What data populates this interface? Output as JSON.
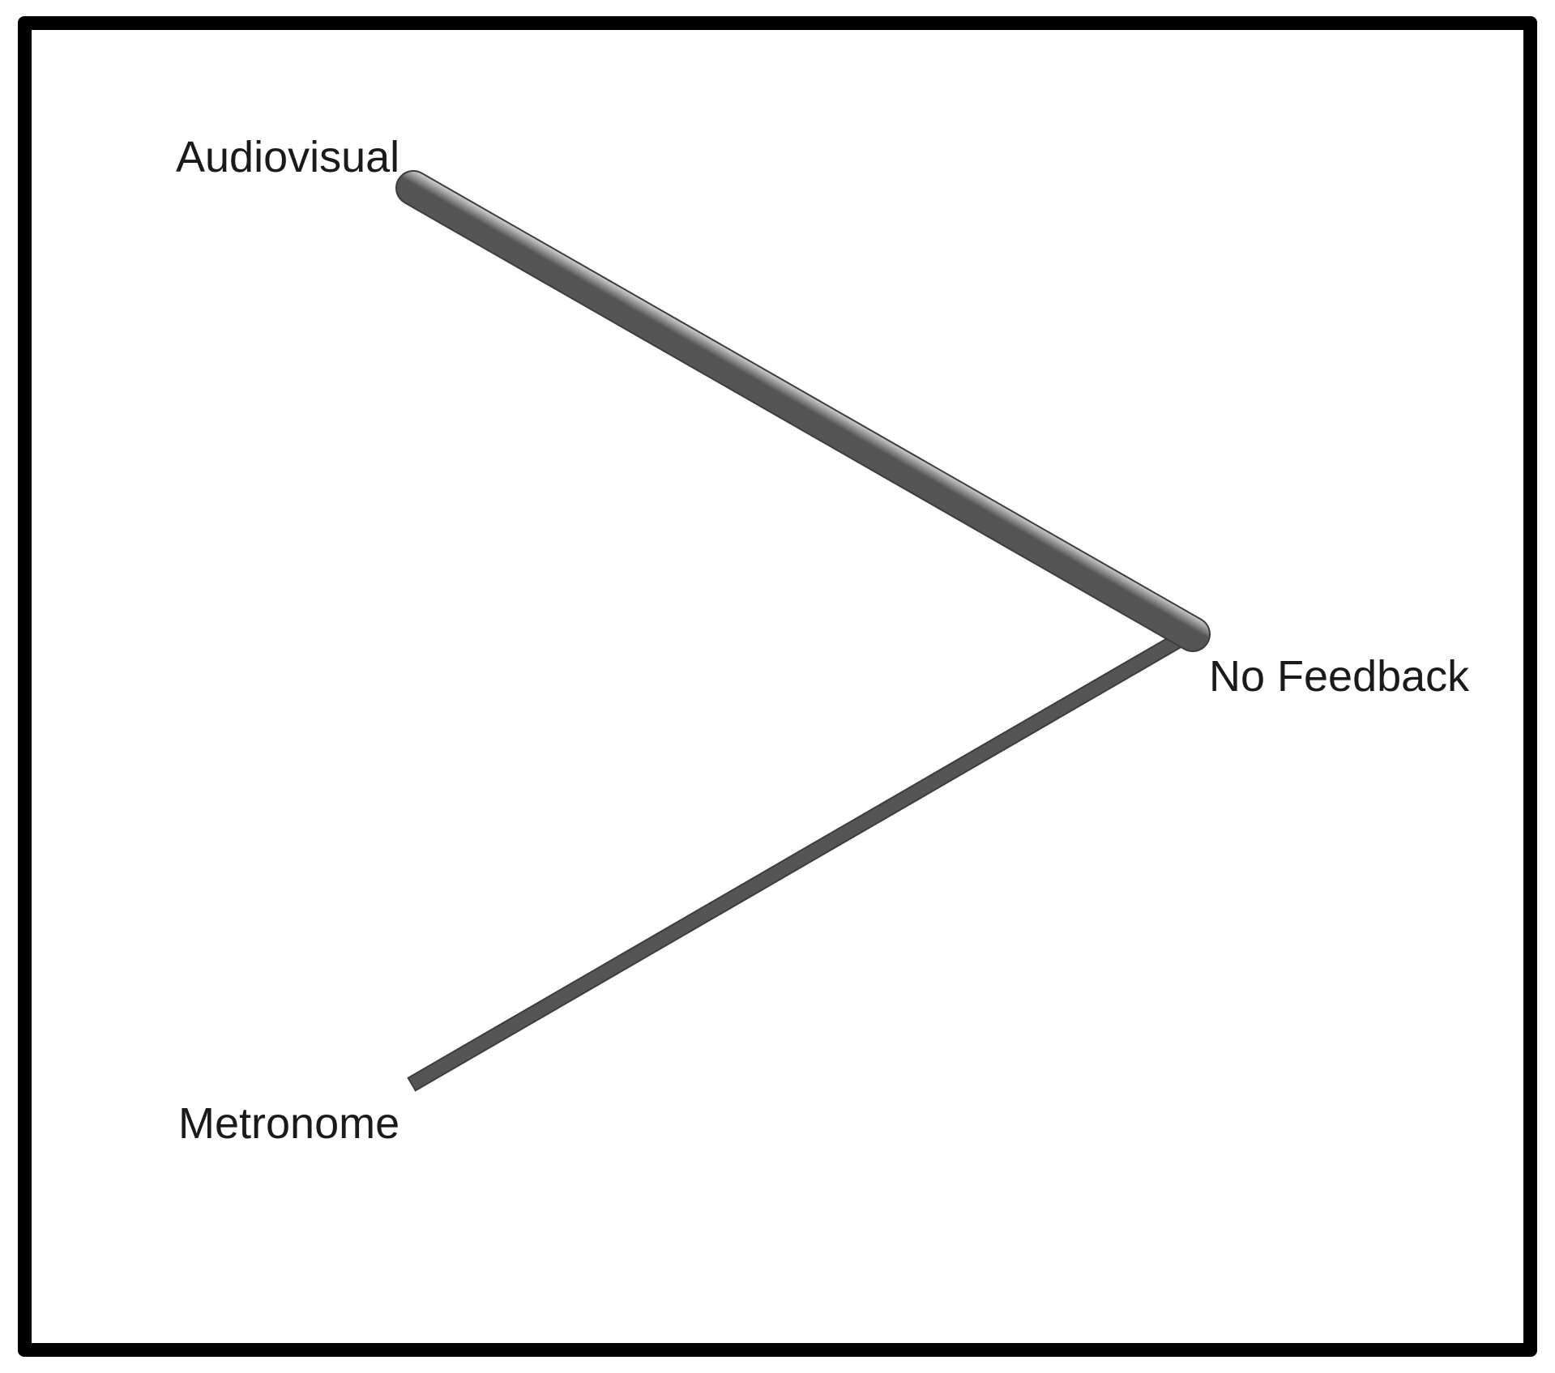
{
  "network": {
    "nodes": [
      {
        "id": "audiovisual",
        "label": "Audiovisual"
      },
      {
        "id": "no_feedback",
        "label": "No Feedback"
      },
      {
        "id": "metronome",
        "label": "Metronome"
      }
    ],
    "edges": [
      {
        "from": "audiovisual",
        "to": "no_feedback",
        "weight": "thick"
      },
      {
        "from": "metronome",
        "to": "no_feedback",
        "weight": "thin"
      }
    ]
  },
  "colors": {
    "edge_highlight": "#ffffff",
    "edge_mid": "#c8c8c8",
    "edge_shadow": "#4a4a4a",
    "border": "#000000",
    "label": "#1a1a1a"
  }
}
